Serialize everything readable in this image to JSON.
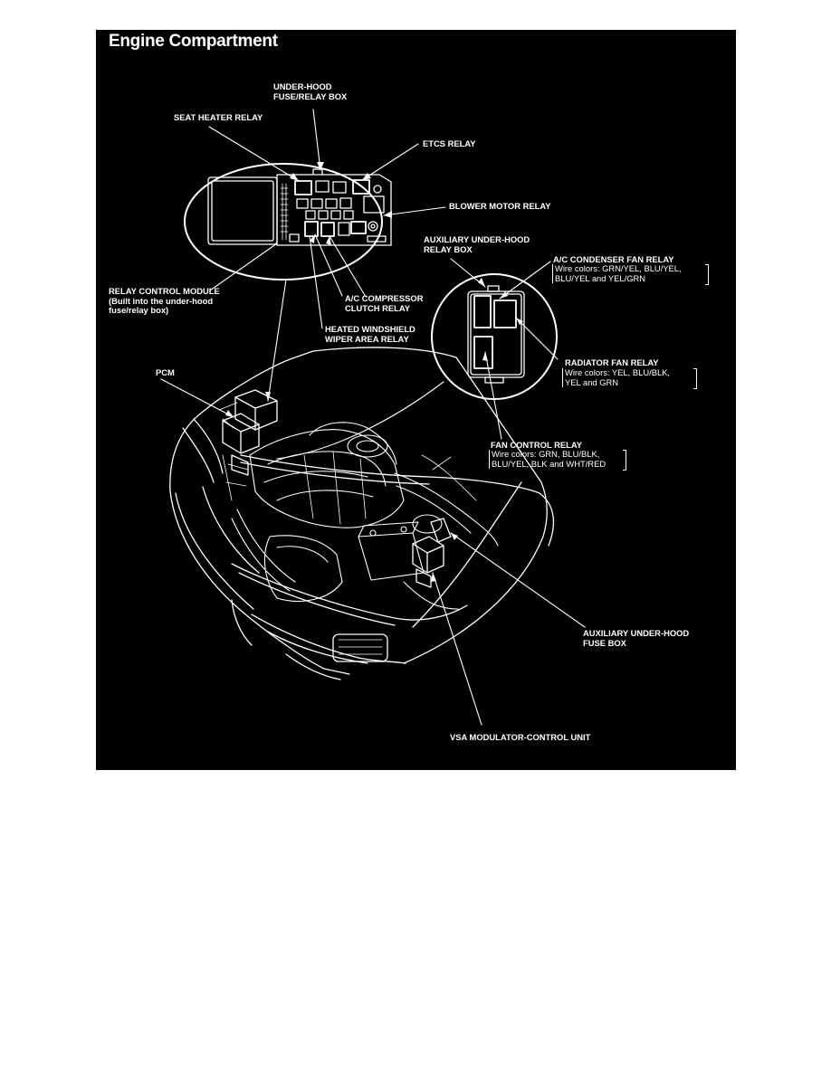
{
  "title": "Engine Compartment",
  "labels": {
    "under_hood_box": [
      "UNDER-HOOD",
      "FUSE/RELAY BOX"
    ],
    "seat_heater": [
      "SEAT HEATER RELAY"
    ],
    "etcs": [
      "ETCS RELAY"
    ],
    "blower_motor": [
      "BLOWER MOTOR RELAY"
    ],
    "aux_relay_box": [
      "AUXILIARY UNDER-HOOD",
      "RELAY BOX"
    ],
    "ac_condenser": [
      "A/C CONDENSER FAN RELAY"
    ],
    "ac_condenser_wires": [
      "Wire colors: GRN/YEL, BLU/YEL,",
      "BLU/YEL and YEL/GRN"
    ],
    "relay_control": [
      "RELAY CONTROL MODULE",
      "(Built into the under-hood",
      "fuse/relay box)"
    ],
    "ac_compressor": [
      "A/C COMPRESSOR",
      "CLUTCH RELAY"
    ],
    "heated_windshield": [
      "HEATED WINDSHIELD",
      "WIPER AREA RELAY"
    ],
    "radiator_fan": [
      "RADIATOR FAN RELAY"
    ],
    "radiator_fan_wires": [
      "Wire colors: YEL, BLU/BLK,",
      "YEL and GRN"
    ],
    "pcm": [
      "PCM"
    ],
    "fan_control": [
      "FAN CONTROL RELAY"
    ],
    "fan_control_wires": [
      "Wire colors: GRN, BLU/BLK,",
      "BLU/YEL, BLK and WHT/RED"
    ],
    "aux_fuse_box": [
      "AUXILIARY UNDER-HOOD",
      "FUSE BOX"
    ],
    "vsa": [
      "VSA MODULATOR-CONTROL UNIT"
    ]
  },
  "colors": {
    "background": "#000000",
    "line": "#ffffff",
    "page": "#ffffff"
  }
}
